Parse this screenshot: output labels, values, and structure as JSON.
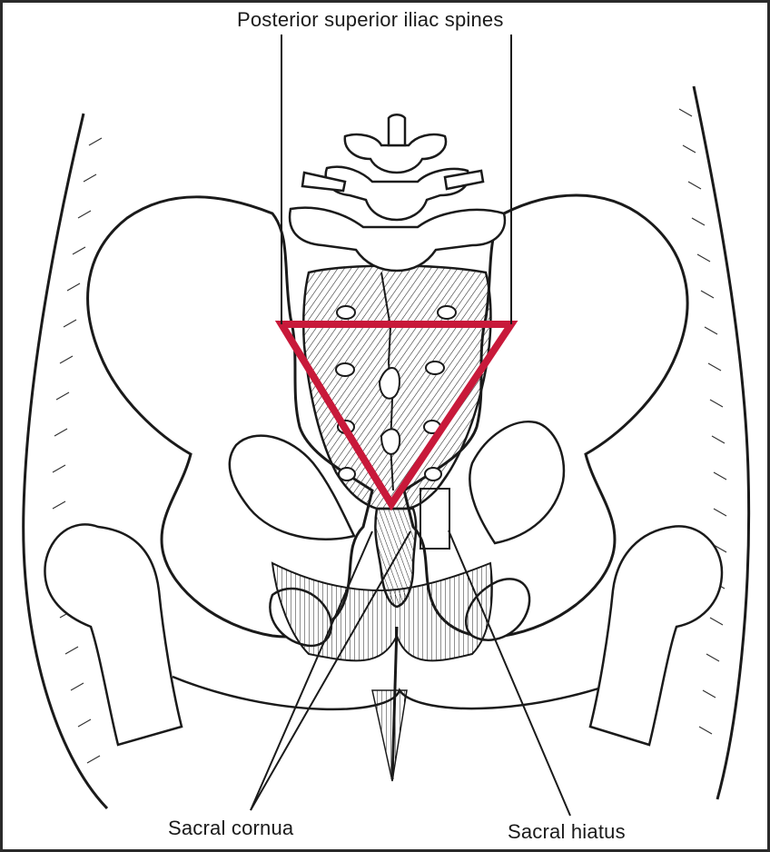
{
  "labels": {
    "posterior_superior_iliac_spines": "Posterior superior iliac spines",
    "sacral_cornua": "Sacral cornua",
    "sacral_hiatus": "Sacral hiatus"
  },
  "colors": {
    "triangle": "#c8193a",
    "ink": "#1a1a1a",
    "background": "#ffffff",
    "border": "#2a2a2a"
  }
}
